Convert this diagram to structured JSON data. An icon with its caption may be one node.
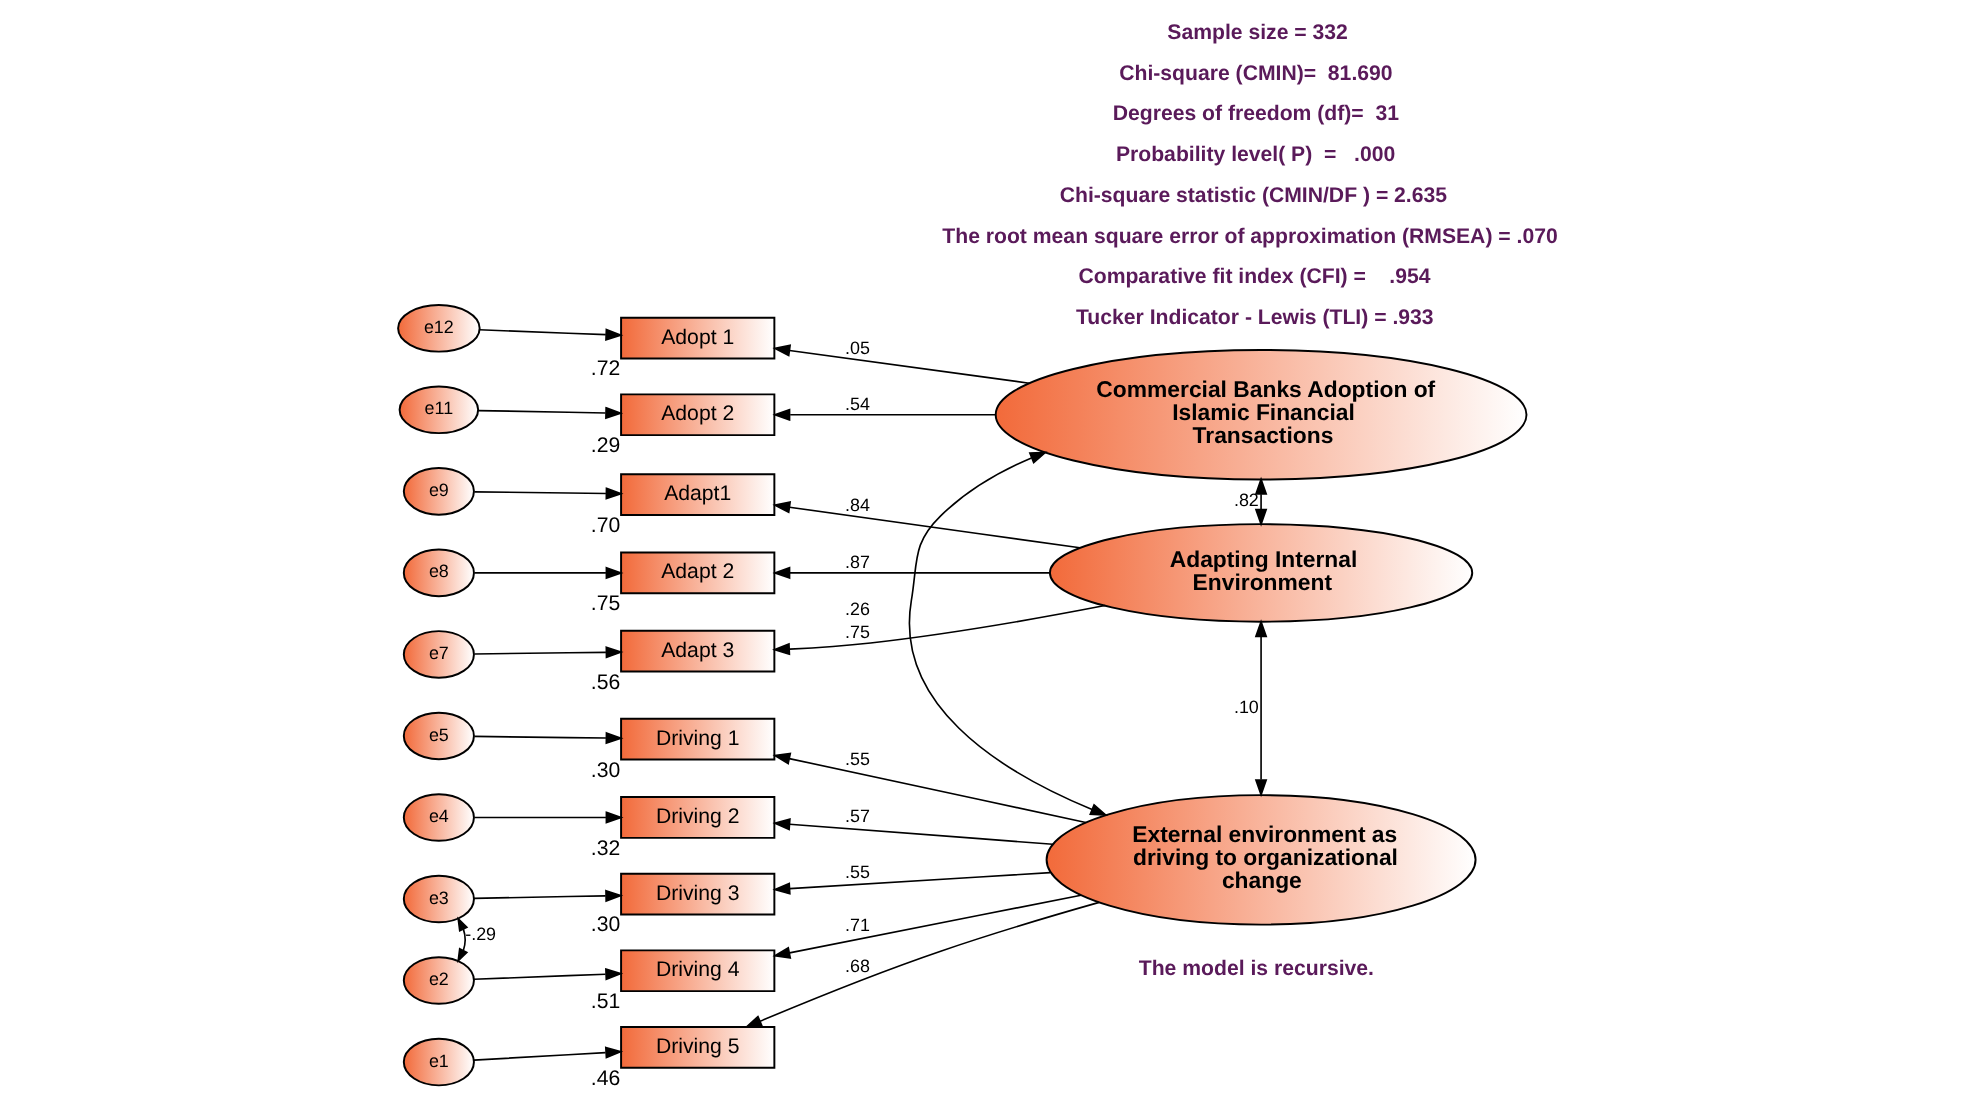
{
  "diagram": {
    "nodes": [
      {
        "text": [
          "e12"
        ]
      },
      {
        "text": [
          "Adopt 1"
        ],
        "beside": [
          ".72"
        ]
      },
      {
        "text": [
          "e11"
        ]
      },
      {
        "text": [
          "Adopt 2"
        ],
        "beside": [
          ".29"
        ]
      },
      {
        "text": [
          "Commercial Banks Adoption of Islamic Financial Transactions"
        ]
      },
      {
        "text": [
          "e9"
        ]
      },
      {
        "text": [
          "Adapt1"
        ],
        "beside": [
          ".70"
        ]
      },
      {
        "text": [
          "e8"
        ]
      },
      {
        "text": [
          "Adapt 2"
        ],
        "beside": [
          ".75"
        ]
      },
      {
        "text": [
          "e7"
        ]
      },
      {
        "text": [
          "Adapt 3"
        ],
        "beside": [
          ".56"
        ]
      },
      {
        "text": [
          "Adapting Internal Environment"
        ]
      },
      {
        "text": [
          "e5"
        ]
      },
      {
        "text": [
          "Driving 1"
        ],
        "beside": [
          ".30"
        ]
      },
      {
        "text": [
          "e4"
        ]
      },
      {
        "text": [
          "Driving 2"
        ],
        "beside": [
          ".32"
        ]
      },
      {
        "text": [
          "e3"
        ]
      },
      {
        "text": [
          "Driving 3"
        ],
        "beside": [
          ".30"
        ]
      },
      {
        "text": [
          "e2"
        ]
      },
      {
        "text": [
          "Driving 4"
        ],
        "beside": [
          ".51"
        ]
      },
      {
        "text": [
          "e1"
        ]
      },
      {
        "text": [
          "Driving 5"
        ],
        "beside": [
          ".46"
        ]
      },
      {
        "text": [
          "External environment as driving to organizational change"
        ]
      }
    ],
    "edges": [
      {
        "from": 0,
        "to": 1,
        "arrow": "to"
      },
      {
        "from": 2,
        "to": 3,
        "arrow": "to"
      },
      {
        "from": 4,
        "to": 1,
        "arrow": "to",
        "label": ".05"
      },
      {
        "from": 4,
        "to": 3,
        "arrow": "to",
        "label": ".54"
      },
      {
        "from": 5,
        "to": 6,
        "arrow": "to"
      },
      {
        "from": 7,
        "to": 8,
        "arrow": "to"
      },
      {
        "from": 9,
        "to": 10,
        "arrow": "to"
      },
      {
        "from": 11,
        "to": 6,
        "arrow": "to",
        "label": ".84"
      },
      {
        "from": 11,
        "to": 8,
        "arrow": "to",
        "label": ".87"
      },
      {
        "from": 11,
        "to": 10,
        "arrow": "to",
        "label": ".75"
      },
      {
        "from": 12,
        "to": 13,
        "arrow": "to"
      },
      {
        "from": 14,
        "to": 15,
        "arrow": "to"
      },
      {
        "from": 16,
        "to": 17,
        "arrow": "to"
      },
      {
        "from": 18,
        "to": 19,
        "arrow": "to"
      },
      {
        "from": 20,
        "to": 21,
        "arrow": "to"
      },
      {
        "from": 22,
        "to": 13,
        "arrow": "to",
        "label": ".55"
      },
      {
        "from": 22,
        "to": 15,
        "arrow": "to",
        "label": ".57"
      },
      {
        "from": 22,
        "to": 17,
        "arrow": "to",
        "label": ".55"
      },
      {
        "from": 22,
        "to": 19,
        "arrow": "to",
        "label": ".71"
      },
      {
        "from": 22,
        "to": 21,
        "arrow": "to",
        "label": ".68"
      },
      {
        "from": 16,
        "to": 18,
        "arrow": "both",
        "label": "-.29"
      },
      {
        "from": 4,
        "to": 11,
        "arrow": "both",
        "label": ".82"
      },
      {
        "from": 4,
        "to": 22,
        "arrow": "both",
        "label": ".26"
      },
      {
        "from": 11,
        "to": 22,
        "arrow": "both",
        "label": ".10"
      }
    ],
    "labels": [
      "The model is recursive.",
      "Sample size = 332",
      "Chi-square (CMIN)=  81.690",
      "Degrees of freedom (df)=  31",
      "Probability level( P)  =   .000",
      "Chi-square statistic (CMIN/DF ) = 2.635",
      "The root mean square error of approximation (RMSEA) = .070",
      "Comparative fit index (CFI) =    .954",
      "Tucker Indicator - Lewis (TLI) = .933"
    ]
  }
}
